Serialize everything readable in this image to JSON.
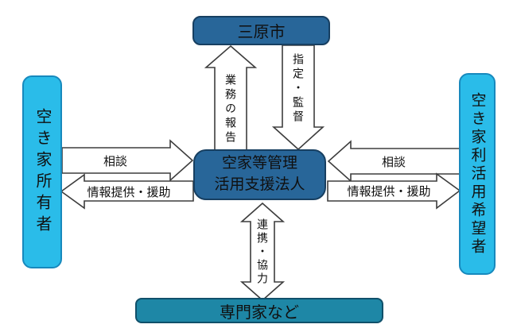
{
  "diagram": {
    "nodes": {
      "city": {
        "label": "三原市"
      },
      "support_corp": {
        "label": "空家等管理\n活用支援法人"
      },
      "owner": {
        "label": "空き家所有者"
      },
      "user_candidate": {
        "label": "空き家利活用希望者"
      },
      "experts": {
        "label": "専門家など"
      }
    },
    "arrows": {
      "report": {
        "label": "業務の報告",
        "direction": "up"
      },
      "supervise": {
        "label": "指定・監督",
        "direction": "down"
      },
      "consult_left": {
        "label": "相談",
        "direction": "right"
      },
      "support_left": {
        "label": "情報提供・援助",
        "direction": "left"
      },
      "consult_right": {
        "label": "相談",
        "direction": "left"
      },
      "support_right": {
        "label": "情報提供・援助",
        "direction": "right"
      },
      "cooperate": {
        "label": "連携・協力",
        "direction": "both"
      }
    },
    "colors": {
      "dark_blue": "#286699",
      "dark_blue_border": "#173f61",
      "cyan": "#2abce9",
      "cyan_border": "#1789bd",
      "teal": "#1e87a6",
      "teal_border": "#10506a",
      "arrow_fill": "#ffffff",
      "arrow_stroke": "#3d3d3d",
      "text": "#101010",
      "background": "#ffffff"
    }
  }
}
